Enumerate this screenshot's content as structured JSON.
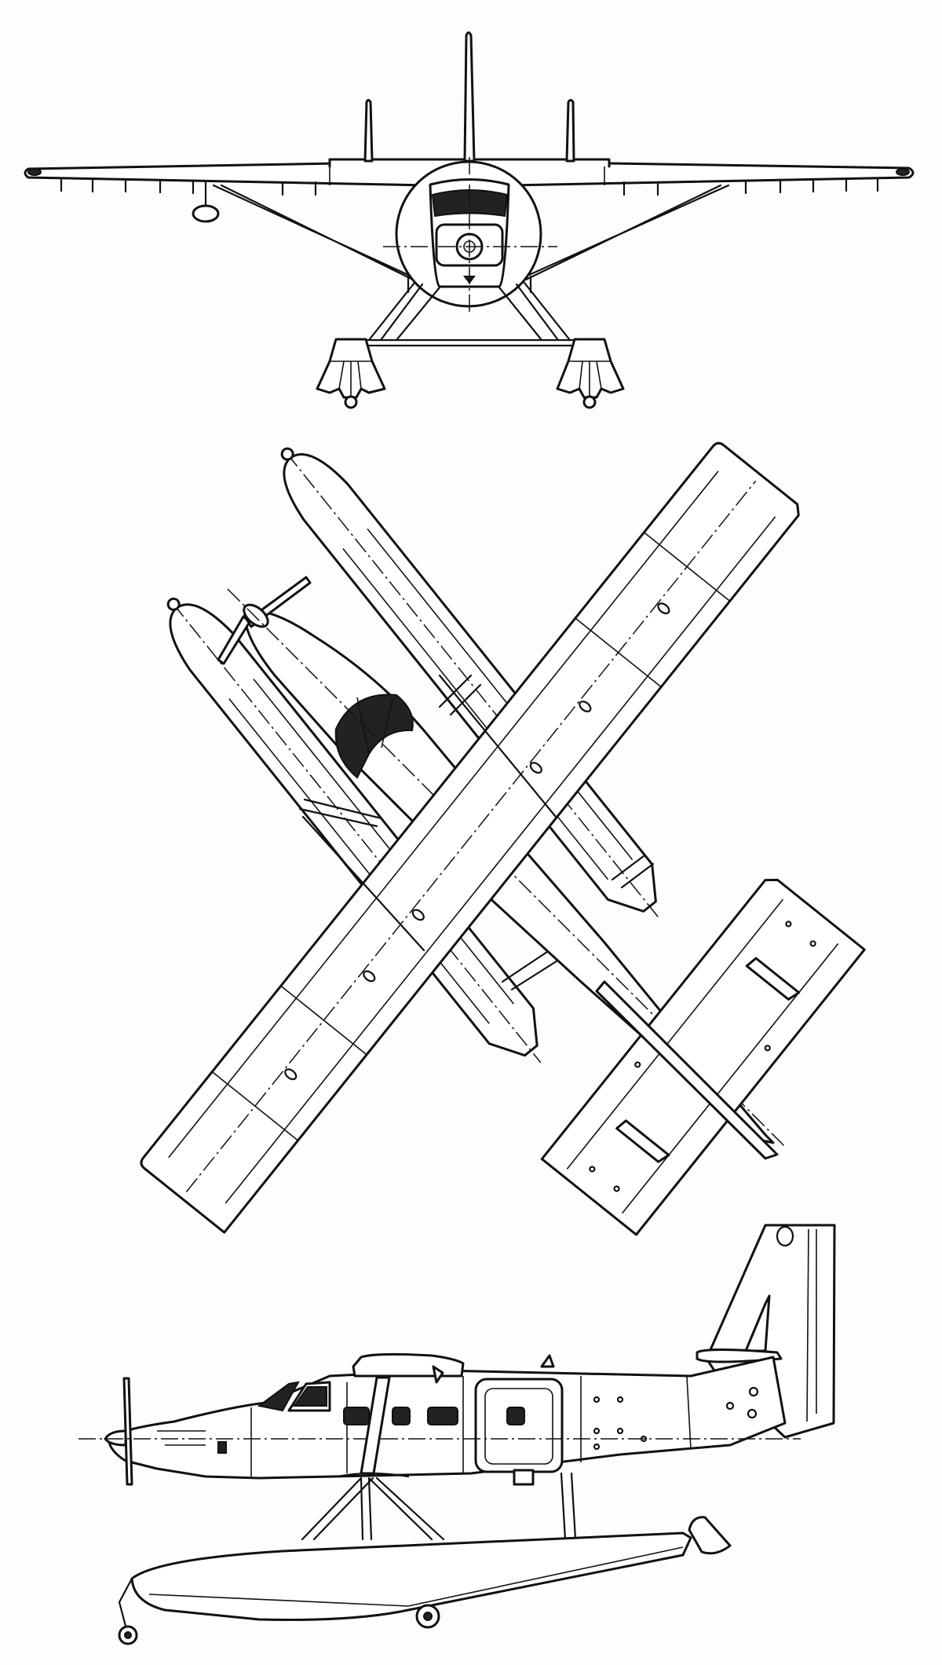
{
  "title": "",
  "views": [
    {
      "id": "front",
      "name": "front-view"
    },
    {
      "id": "plan",
      "name": "plan-view"
    },
    {
      "id": "side",
      "name": "side-view"
    }
  ],
  "colors": {
    "ink": "#111111",
    "paper": "#fdfdfb",
    "canopy": "#222222"
  }
}
